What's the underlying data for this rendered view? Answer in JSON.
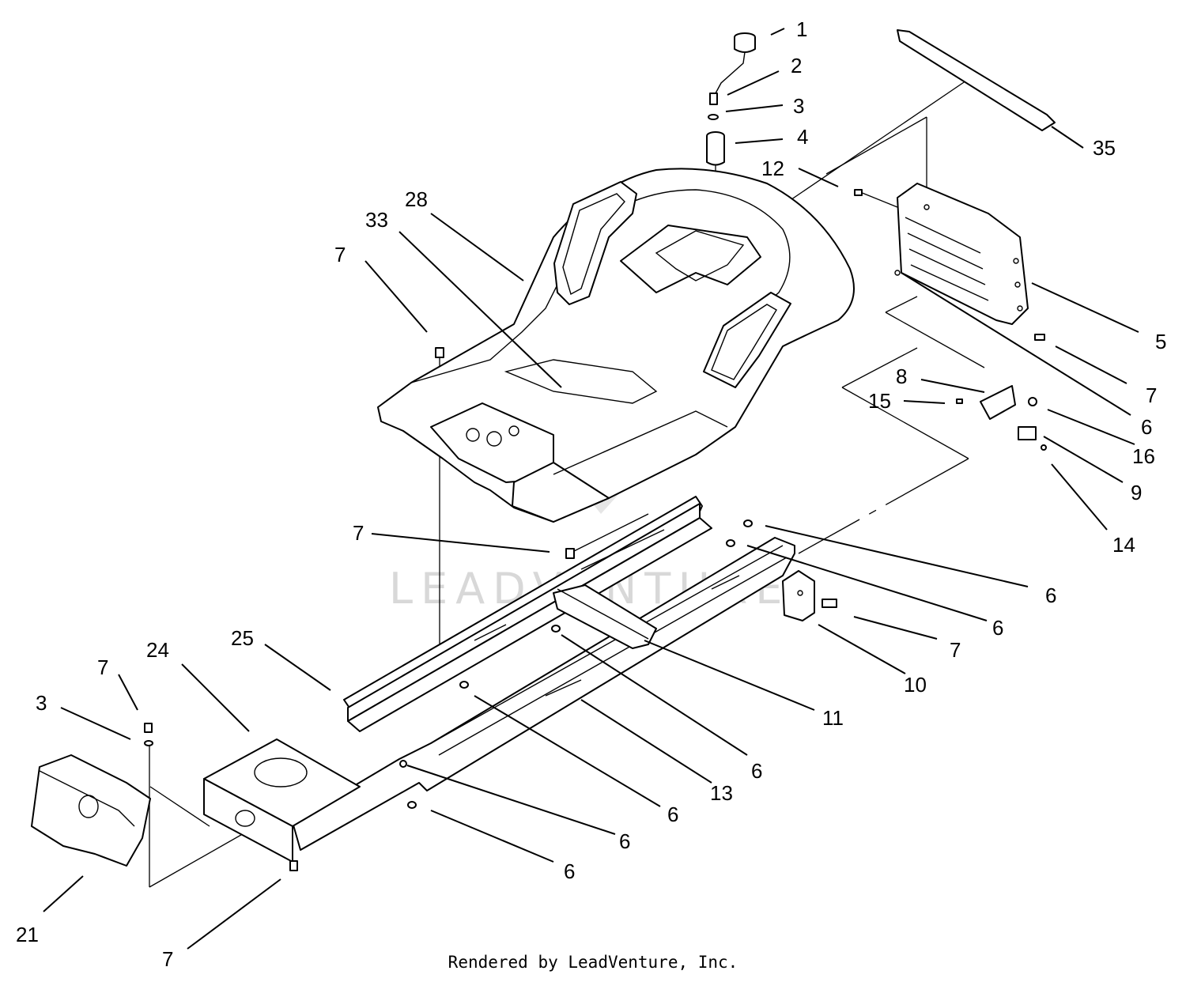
{
  "callouts": {
    "c1": "1",
    "c2": "2",
    "c3a": "3",
    "c4": "4",
    "c35": "35",
    "c12": "12",
    "c28": "28",
    "c33": "33",
    "c7a": "7",
    "c5": "5",
    "c7b": "7",
    "c8": "8",
    "c15": "15",
    "c6a": "6",
    "c16": "16",
    "c9": "9",
    "c14": "14",
    "c7c": "7",
    "c6b": "6",
    "c6c": "6",
    "c7d": "7",
    "c10": "10",
    "c25": "25",
    "c24": "24",
    "c7e": "7",
    "c3b": "3",
    "c11": "11",
    "c6d": "6",
    "c13": "13",
    "c6e": "6",
    "c6f": "6",
    "c6g": "6",
    "c21": "21",
    "c7f": "7"
  },
  "watermark": "LEADVENTURE",
  "footer": "Rendered by LeadVenture, Inc."
}
